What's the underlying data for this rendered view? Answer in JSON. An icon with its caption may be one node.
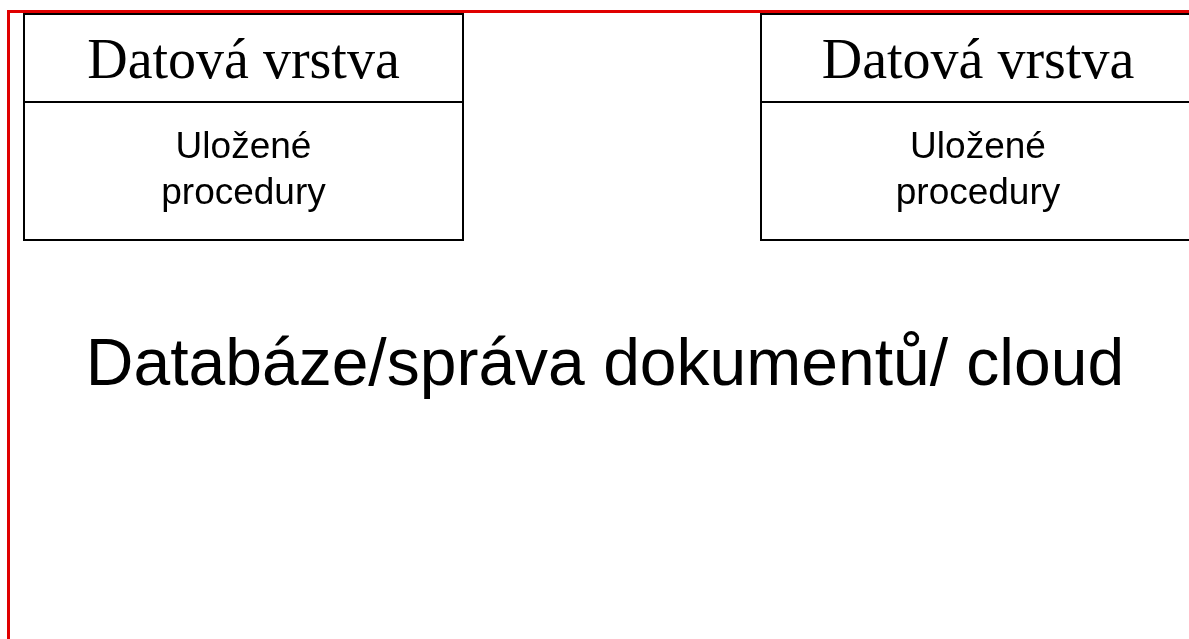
{
  "diagram": {
    "nodes": [
      {
        "text": [
          "Databáze/správa dokumentů/ cloud"
        ]
      },
      {
        "text": [
          "Datová vrstva",
          "Uložené procedury"
        ],
        "in": 0
      },
      {
        "text": [
          "Datová vrstva",
          "Uložené procedury"
        ],
        "in": 0
      }
    ]
  }
}
